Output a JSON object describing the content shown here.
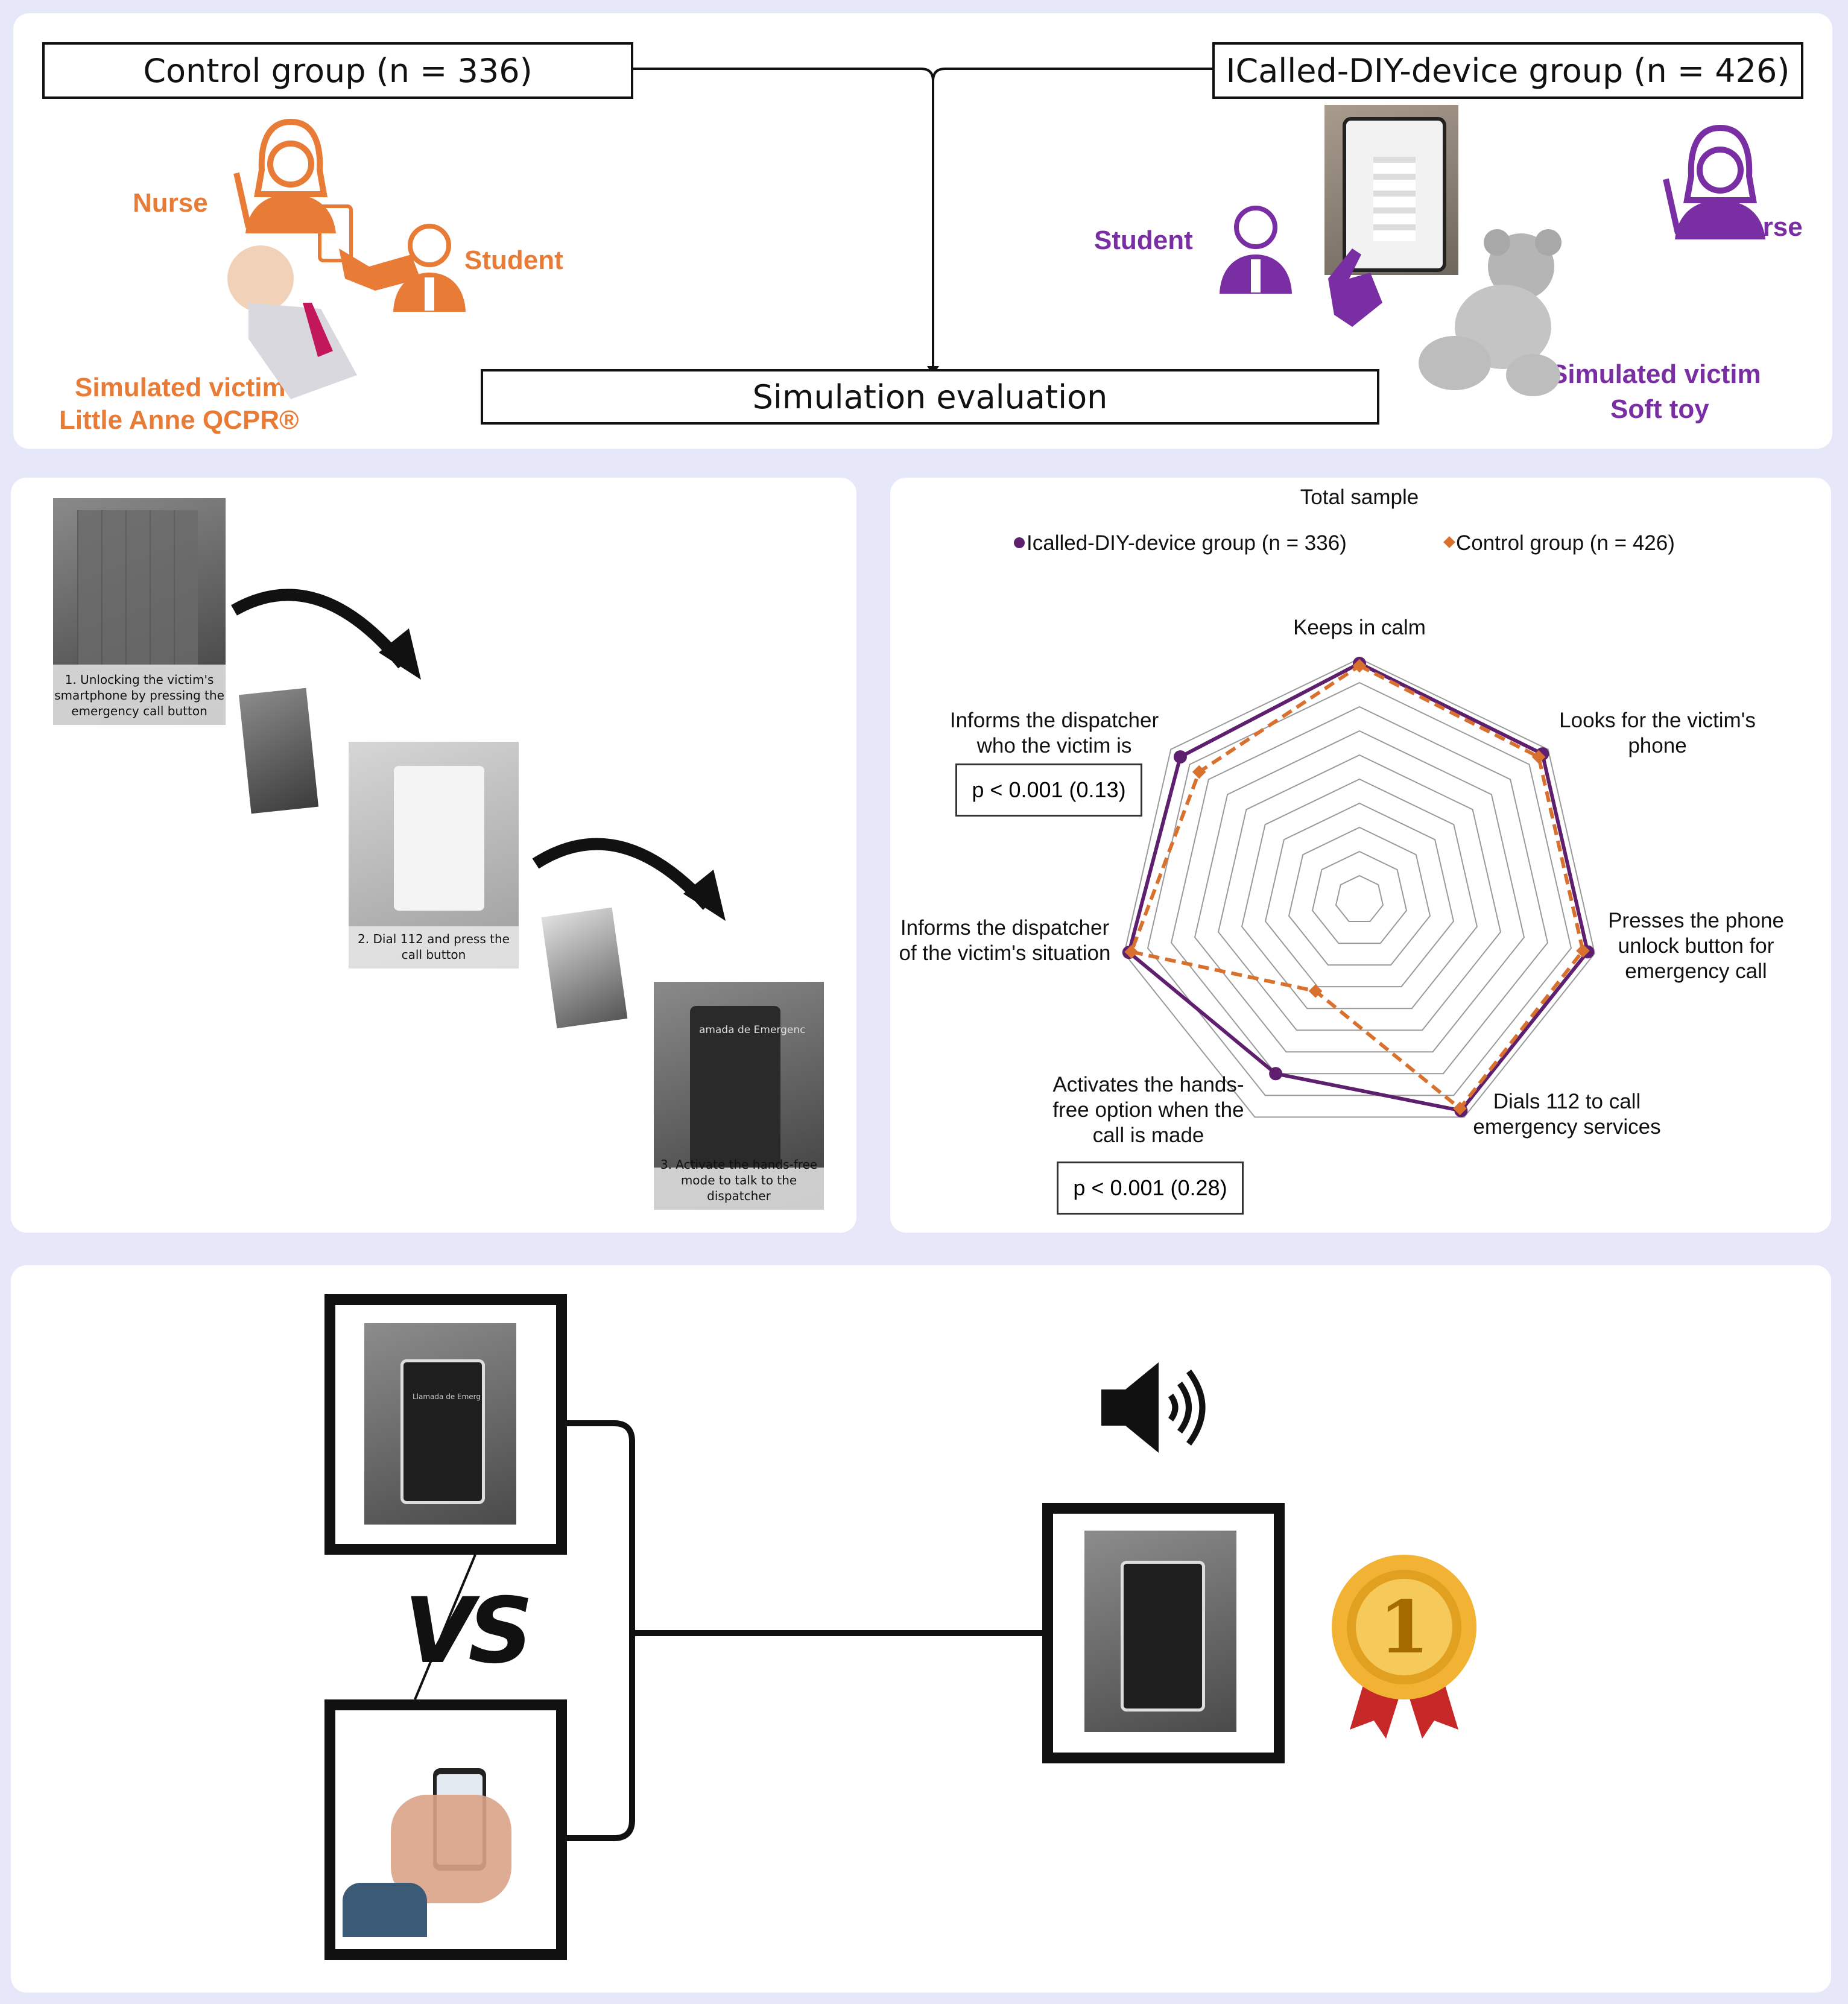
{
  "top": {
    "control_group": "Control group (n = 336)",
    "diy_group": "ICalled-DIY-device group (n = 426)",
    "simulation_evaluation": "Simulation evaluation",
    "left_nurse": "Nurse",
    "left_student": "Student",
    "left_victim_line1": "Simulated victim",
    "left_victim_line2": "Little Anne QCPR®",
    "right_student": "Student",
    "right_nurse": "Nurse",
    "right_victim_line1": "Simulated victim",
    "right_victim_line2": "Soft toy",
    "colors": {
      "orange": "#e87b36",
      "purple": "#7a2ea3"
    }
  },
  "steps": {
    "step1": "1. Unlocking the victim's smartphone by pressing the emergency call button",
    "step2": "2. Dial 112 and press the call button",
    "step3": "3. Activate the hands-free mode to talk to the dispatcher",
    "screen_text": "amada de Emergenc"
  },
  "chart_data": {
    "type": "radar",
    "title": "Total sample",
    "axes": [
      "Keeps in calm",
      "Looks for the victim's phone",
      "Presses the phone unlock button for emergency call",
      "Dials 112 to call emergency services",
      "Activates the hands-free option when the call is made",
      "Informs the dispatcher of the victim's situation",
      "Informs the dispatcher who the victim is"
    ],
    "range": [
      0,
      100
    ],
    "rings": 10,
    "series": [
      {
        "name": "Icalled-DIY-device group (n = 336)",
        "color": "#5e1f6e",
        "style": "solid",
        "values": [
          98,
          97,
          97,
          97,
          80,
          98,
          95
        ]
      },
      {
        "name": "Control group (n = 426)",
        "color": "#d8702e",
        "style": "dashed",
        "values": [
          97,
          95,
          95,
          96,
          42,
          97,
          85
        ]
      }
    ],
    "annotations": [
      {
        "axis": "Informs the dispatcher who the victim is",
        "text": "p < 0.001 (0.13)"
      },
      {
        "axis": "Activates the hands-free option when the call is made",
        "text": "p < 0.001 (0.28)"
      }
    ],
    "legend_placement": "top"
  },
  "bottom": {
    "vs_label": "VS",
    "medal_number": "1",
    "phone_screen_text": "Llamada de Emerg"
  }
}
